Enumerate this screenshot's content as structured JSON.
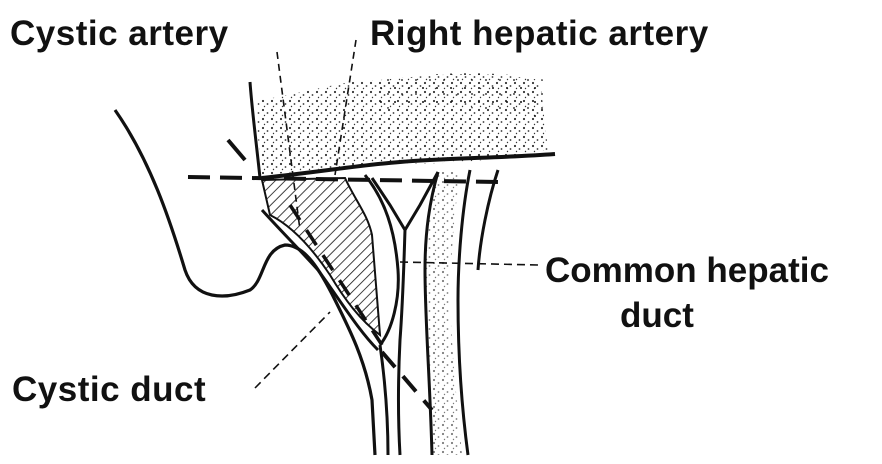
{
  "labels": {
    "cystic_artery": "Cystic artery",
    "right_hepatic_artery": "Right hepatic artery",
    "common_hepatic_duct_line1": "Common hepatic",
    "common_hepatic_duct_line2": "duct",
    "cystic_duct": "Cystic duct"
  },
  "colors": {
    "ink": "#111111",
    "background": "#ffffff"
  }
}
